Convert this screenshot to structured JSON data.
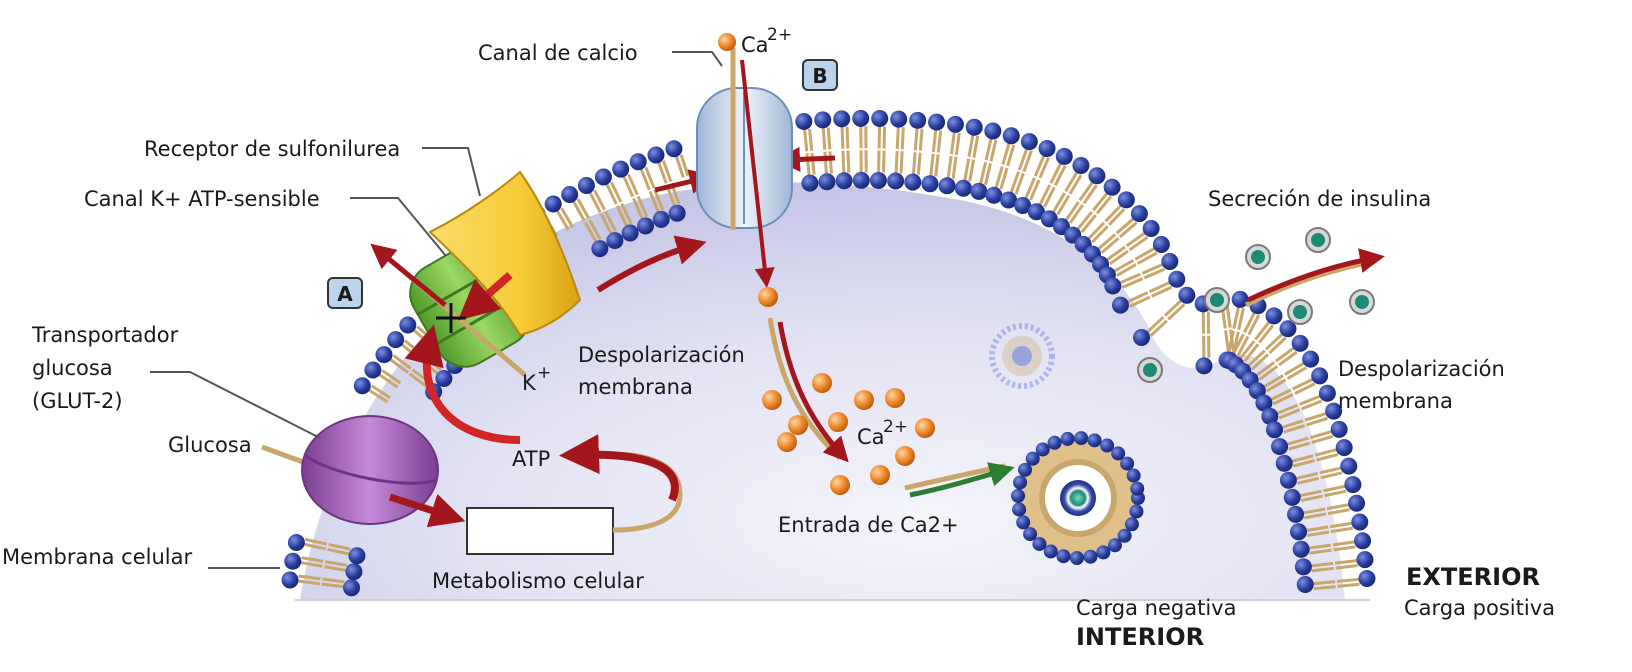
{
  "labels": {
    "calcium_channel": "Canal de  calcio",
    "ca_top": "Ca",
    "ca_top_sup": "2+",
    "sulfonylurea_receptor": "Receptor de sulfonilurea",
    "katp_channel": "Canal K+ ATP-sensible",
    "transporter_line1": "Transportador",
    "transporter_line2": "glucosa",
    "transporter_line3": "(GLUT-2)",
    "glucose": "Glucosa",
    "cell_membrane": "Membrana celular",
    "metabolism": "Metabolismo celular",
    "atp": "ATP",
    "k_ion": "K",
    "k_sup": "+",
    "depol_inner_line1": "Despolarización",
    "depol_inner_line2": "membrana",
    "ca_cluster": "Ca",
    "ca_cluster_sup": "2+",
    "ca_entry": "Entrada de Ca2+",
    "insulin_secretion": "Secreción de insulina",
    "depol_outer_line1": "Despolarización",
    "depol_outer_line2": "membrana",
    "exterior": "EXTERIOR",
    "positive_charge": "Carga positiva",
    "negative_charge": "Carga negativa",
    "interior": "INTERIOR",
    "badge_a": "A",
    "badge_b": "B"
  },
  "colors": {
    "phospholipid_head": "#2a3e9e",
    "phospholipid_tail": "#c9a66b",
    "cytoplasm": "#dcdcf2",
    "calcium_ion": "#f08a2c",
    "channel_green": "#7cc243",
    "receptor_yellow": "#f6cc38",
    "transporter_purple": "#a567b8",
    "arrow_red": "#a3161c",
    "arrow_green": "#2e7d32",
    "badge_fill": "#bcd3ec"
  }
}
